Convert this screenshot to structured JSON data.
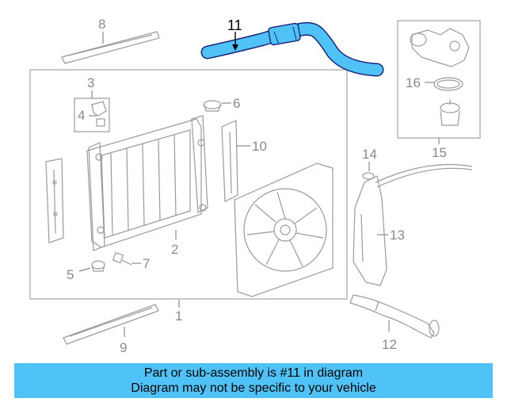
{
  "callouts": {
    "c1": "1",
    "c2": "2",
    "c3": "3",
    "c4": "4",
    "c5": "5",
    "c6": "6",
    "c7": "7",
    "c8": "8",
    "c9": "9",
    "c10": "10",
    "c11": "11",
    "c12": "12",
    "c13": "13",
    "c14": "14",
    "c15": "15",
    "c16": "16"
  },
  "highlight_part": "11",
  "colors": {
    "highlight": "#4fc3f7",
    "hose_stroke": "#1a237e",
    "line_art": "#9a9a9a",
    "banner": "#4fc3f7"
  },
  "banner": {
    "line1": "Part or sub-assembly is #11 in diagram",
    "line2": "Diagram may not be specific to your vehicle"
  }
}
